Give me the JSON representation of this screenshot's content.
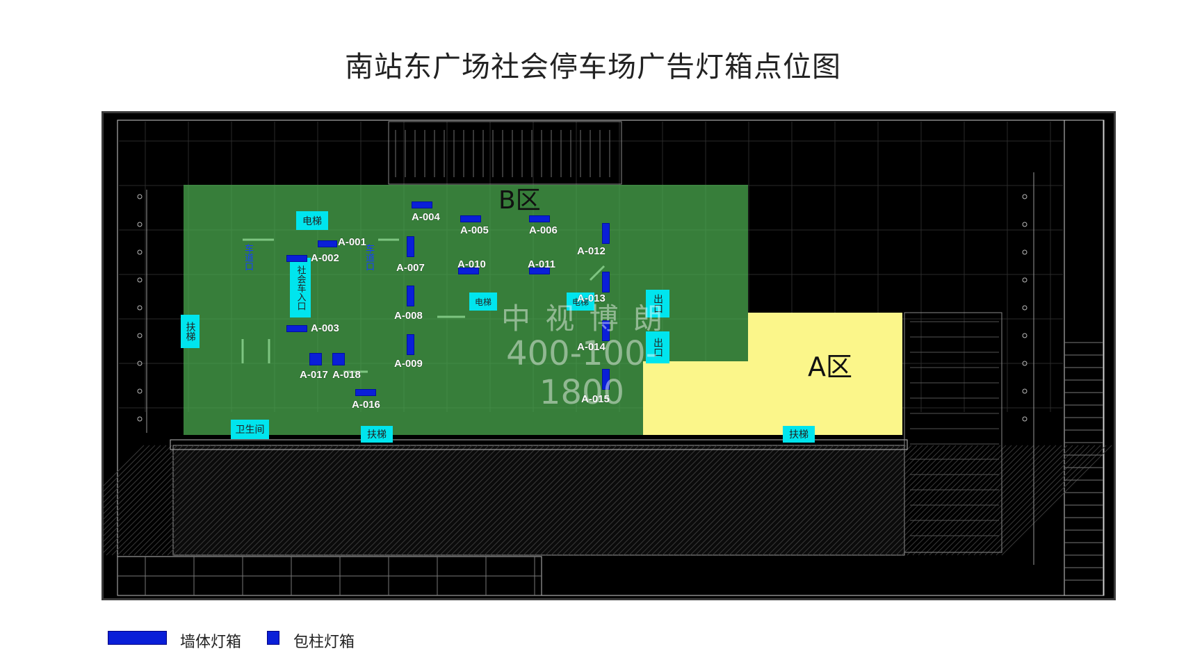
{
  "title": "南站东广场社会停车场广告灯箱点位图",
  "zones": {
    "b_label": "B区",
    "a_label": "A区"
  },
  "facilities": {
    "elevator_1": "电梯",
    "elevator_2": "电梯",
    "elevator_3": "电梯",
    "escalator_left": "扶梯",
    "escalator_bottom": "扶梯",
    "escalator_right": "扶梯",
    "restroom": "卫生间",
    "exit_1": "出口",
    "exit_2": "出口",
    "car_entrance": "社会车入口",
    "sign_left": "车道口",
    "sign_right": "车道口"
  },
  "wall_boxes": [
    "A-001",
    "A-002",
    "A-003",
    "A-004",
    "A-005",
    "A-006",
    "A-007",
    "A-008",
    "A-009",
    "A-010",
    "A-011",
    "A-012",
    "A-013",
    "A-014",
    "A-015",
    "A-016"
  ],
  "column_boxes": [
    "A-017",
    "A-018"
  ],
  "watermark": {
    "line1": "中 视 博 朗",
    "line2": "400-100-1800"
  },
  "legend": {
    "wall_label": "墙体灯箱",
    "column_label": "包柱灯箱"
  },
  "colors": {
    "wall_box": "#0a1fd8",
    "column_box": "#0a1fd8",
    "zone_b": "#4caf50",
    "zone_a": "#fbf68a",
    "facility_tag": "#00e5ee",
    "background": "#000000"
  }
}
